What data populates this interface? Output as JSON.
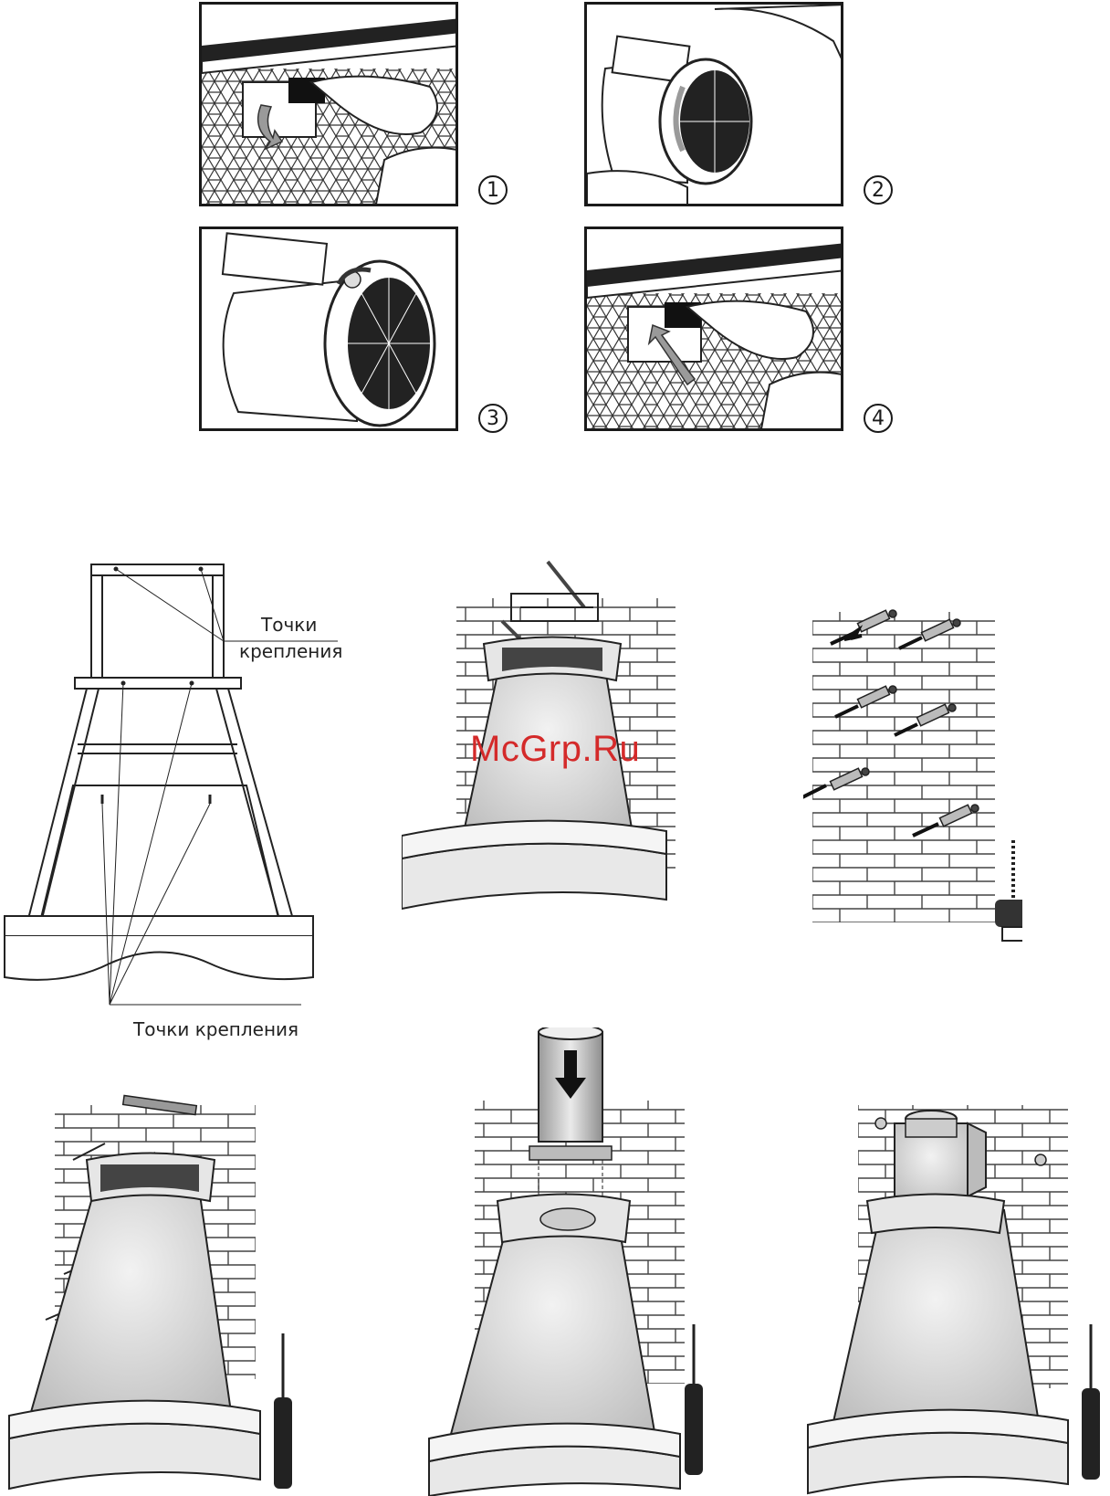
{
  "steps": [
    {
      "number": "1"
    },
    {
      "number": "2"
    },
    {
      "number": "3"
    },
    {
      "number": "4"
    }
  ],
  "labels": {
    "mount_points_top_line1": "Точки",
    "mount_points_top_line2": "крепления",
    "mount_points_bottom": "Точки крепления"
  },
  "watermark": "McGrp.Ru",
  "colors": {
    "line": "#1a1a1a",
    "watermark": "#d42a2a",
    "metal": "#d9d9d9",
    "arrow": "#9a9a9a"
  },
  "icons": [
    "drill-icon",
    "screwdriver-icon",
    "arrow-icon",
    "dowel-icon",
    "screw-icon"
  ]
}
